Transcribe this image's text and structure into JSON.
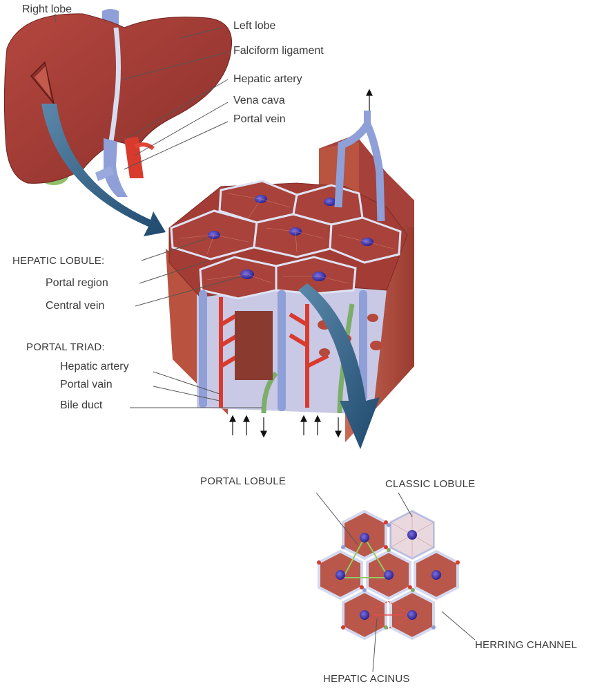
{
  "liver_labels": {
    "right_lobe": "Right lobe",
    "left_lobe": "Left lobe",
    "falciform_ligament": "Falciform ligament",
    "hepatic_artery": "Hepatic artery",
    "vena_cava": "Vena cava",
    "portal_vein": "Portal  vein"
  },
  "lobule_labels": {
    "heading": "HEPATIC LOBULE:",
    "portal_region": "Portal  region",
    "central_vein": "Central vein"
  },
  "triad_labels": {
    "heading": "PORTAL TRIAD:",
    "hepatic_artery": "Hepatic artery",
    "portal_vain": "Portal vain",
    "bile_duct": "Bile duct"
  },
  "schema_labels": {
    "portal_lobule": "PORTAL LOBULE",
    "classic_lobule": "CLASSIC LOBULE",
    "herring_channel": "HERRING CHANNEL",
    "hepatic_acinus": "HEPATIC ACINUS"
  },
  "colors": {
    "liver": "#a8403a",
    "liver_dark": "#7e2a26",
    "vein_blue": "#8f9fd8",
    "artery_red": "#d93a2e",
    "bile_green": "#7cae6a",
    "arrow_blue": "#2f5f86",
    "central_vein": "#4a3fb8"
  },
  "icons": [
    "blood-flow-arrow-icon",
    "large-curved-arrow-icon"
  ]
}
